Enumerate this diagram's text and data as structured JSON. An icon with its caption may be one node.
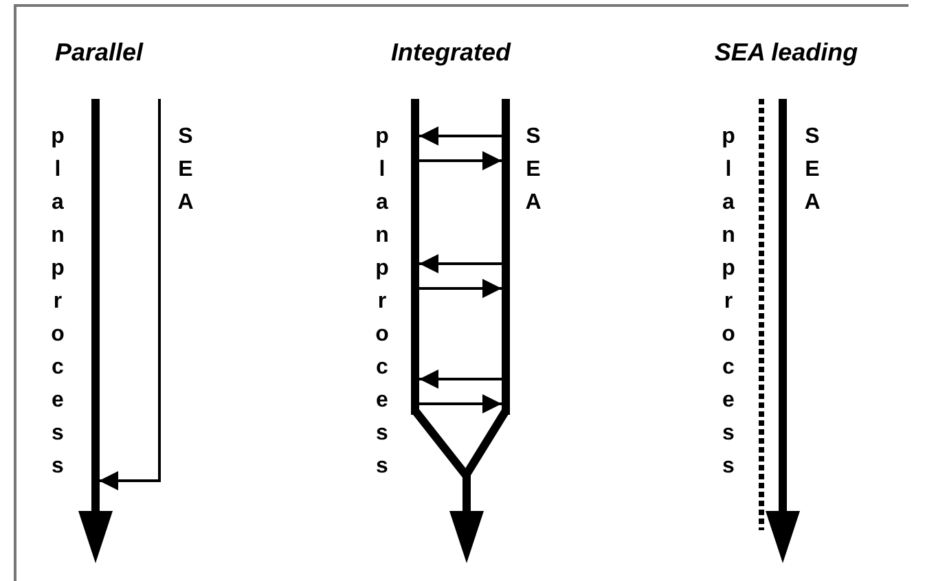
{
  "diagram": {
    "nodes": [
      {
        "text": [],
        "shape": "bar",
        "beside": [
          "planprocess"
        ]
      },
      {
        "text": [],
        "shape": "bar",
        "beside": [
          "SEA"
        ]
      },
      {
        "text": [],
        "shape": "bar",
        "beside": [
          "planprocess"
        ]
      },
      {
        "text": [],
        "shape": "bar",
        "beside": [
          "SEA"
        ]
      },
      {
        "text": [],
        "shape": "bar"
      },
      {
        "text": [],
        "shape": "bar",
        "beside": [
          "planprocess"
        ]
      },
      {
        "text": [],
        "shape": "bar",
        "beside": [
          "SEA"
        ]
      }
    ],
    "edges": [
      {
        "from": 1,
        "to": 0,
        "arrow": "to"
      },
      {
        "from": 3,
        "to": 2,
        "arrow": "to"
      },
      {
        "from": 2,
        "to": 3,
        "arrow": "to"
      },
      {
        "from": 3,
        "to": 2,
        "arrow": "to"
      },
      {
        "from": 2,
        "to": 3,
        "arrow": "to"
      },
      {
        "from": 3,
        "to": 2,
        "arrow": "to"
      },
      {
        "from": 2,
        "to": 3,
        "arrow": "to"
      },
      {
        "from": 2,
        "to": 4,
        "arrow": "none",
        "style": "thick"
      },
      {
        "from": 3,
        "to": 4,
        "arrow": "none",
        "style": "thick"
      }
    ],
    "labels": [
      "Parallel",
      "Integrated",
      "SEA leading"
    ]
  }
}
